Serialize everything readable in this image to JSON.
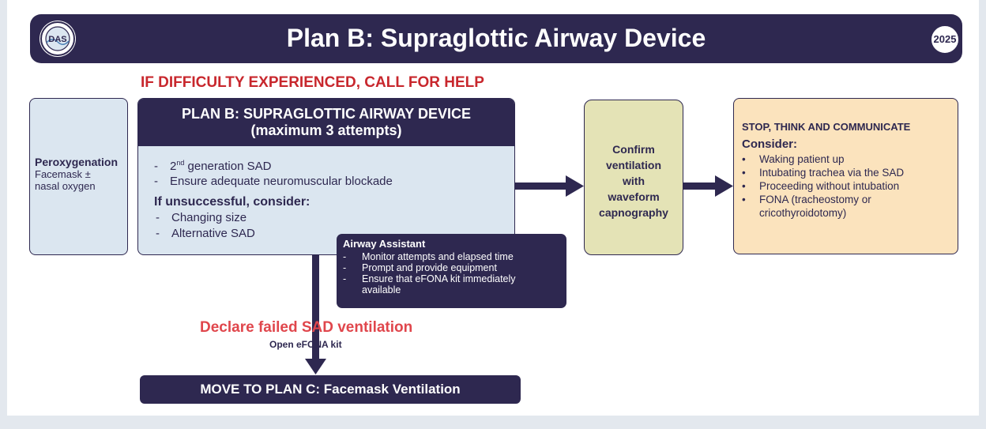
{
  "header": {
    "title": "Plan B: Supraglottic Airway Device",
    "year": "2025",
    "logo_text": "DAS"
  },
  "help_banner": "IF DIFFICULTY EXPERIENCED, CALL FOR HELP",
  "peroxygenation": {
    "title": "Peroxygenation",
    "lines": [
      "Facemask ±",
      "nasal oxygen"
    ]
  },
  "plan_b": {
    "heading_line1": "PLAN B: SUPRAGLOTTIC AIRWAY DEVICE",
    "heading_line2": "(maximum 3 attempts)",
    "item1_main": "2",
    "item1_sup": "nd",
    "item1_rest": " generation SAD",
    "item2": "Ensure adequate neuromuscular blockade",
    "unsuccessful_label": "If unsuccessful, consider:",
    "unsuccessful_items": [
      "Changing size",
      "Alternative SAD"
    ],
    "dash": "-"
  },
  "airway_assistant": {
    "title": "Airway Assistant",
    "items": [
      "Monitor attempts and elapsed time",
      "Prompt and provide equipment",
      "Ensure that eFONA kit immediately available"
    ],
    "dash": "-"
  },
  "confirm": {
    "lines": [
      "Confirm",
      "ventilation",
      "with",
      "waveform",
      "capnography"
    ]
  },
  "stop": {
    "title": "STOP, THINK AND COMMUNICATE",
    "consider_label": "Consider:",
    "bullet": "•",
    "items": [
      "Waking patient up",
      "Intubating trachea via the SAD",
      "Proceeding without intubation",
      "FONA (tracheostomy or cricothyroidotomy)"
    ]
  },
  "declare": {
    "text": "Declare failed SAD ventilation",
    "subtext": "Open eFONA kit"
  },
  "plan_c": "MOVE TO PLAN C: Facemask Ventilation",
  "colors": {
    "navy": "#2e2850",
    "red": "#c8272d",
    "light_blue": "#dbe6f0",
    "olive": "#e4e3b6",
    "peach": "#fbe3bd"
  }
}
